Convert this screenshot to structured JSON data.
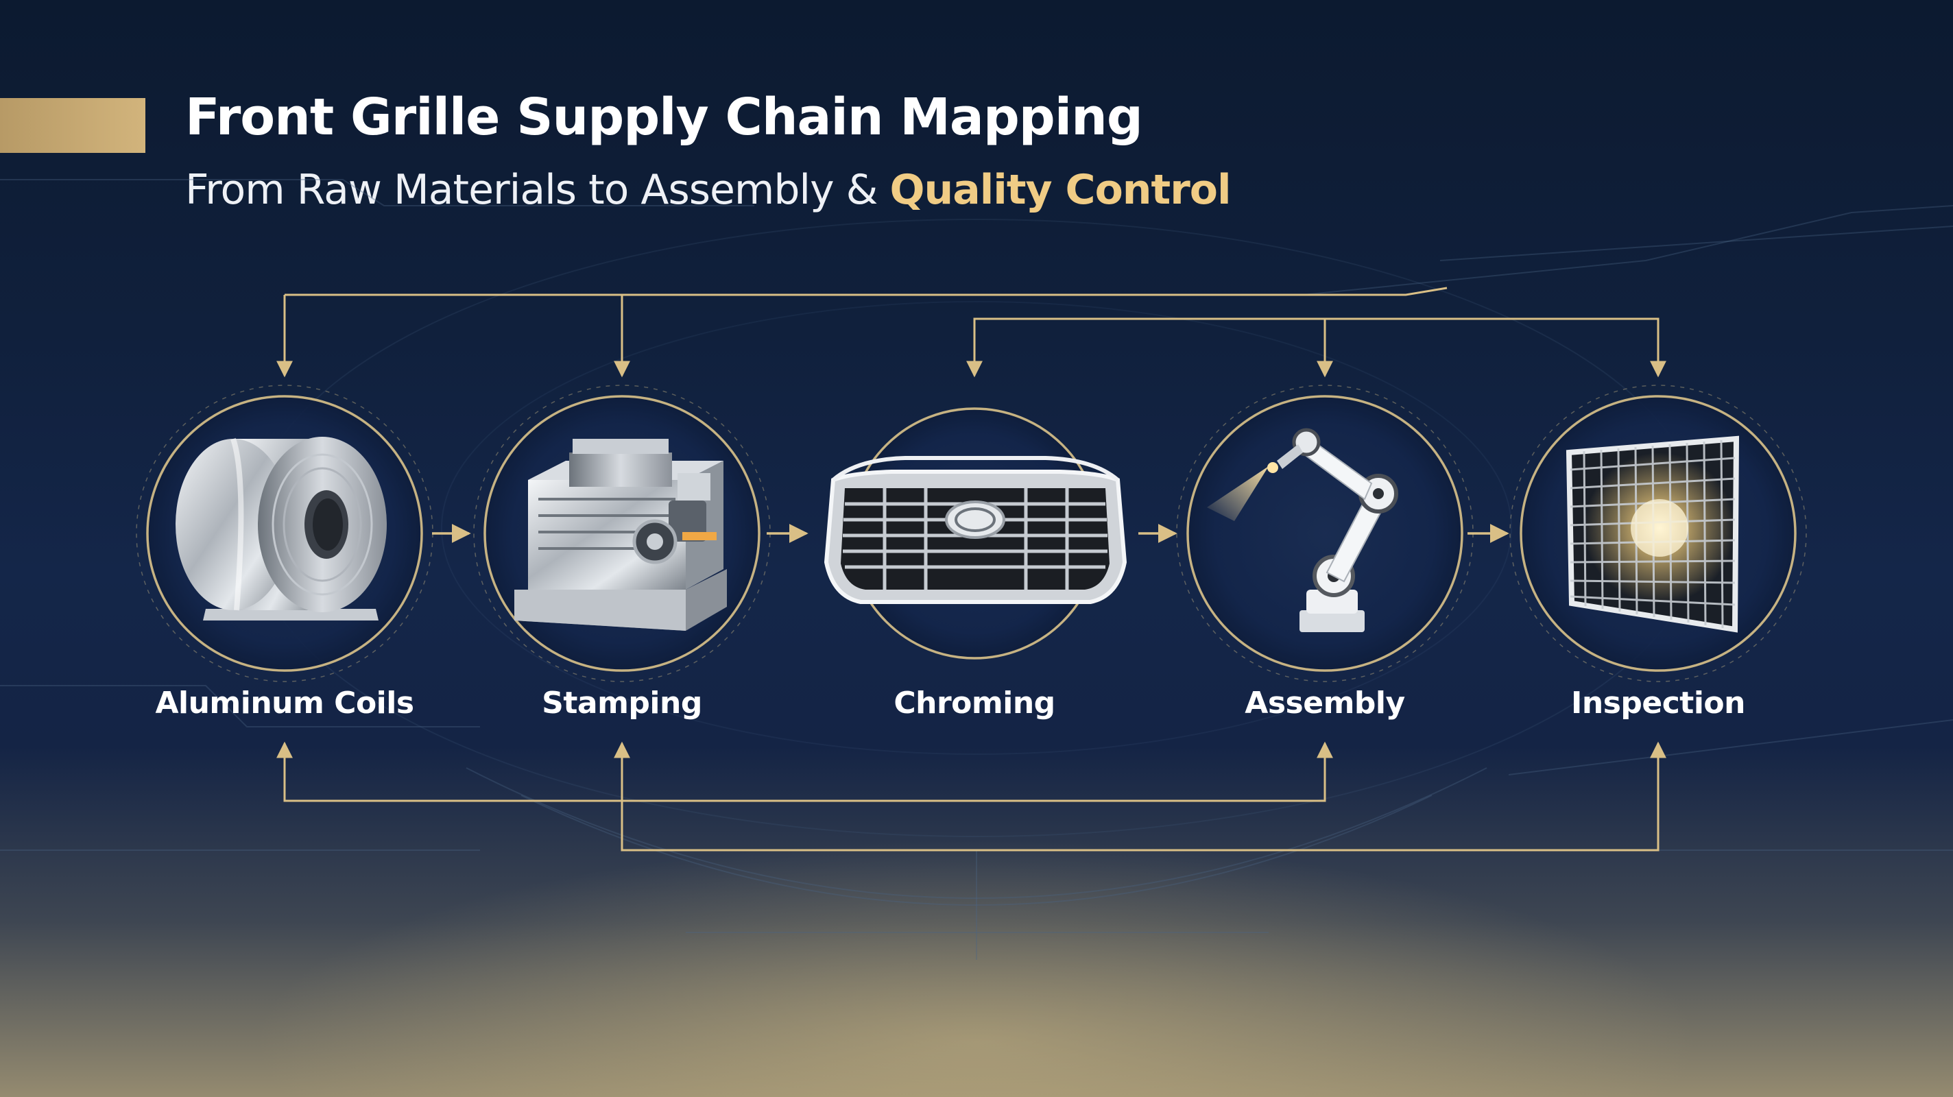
{
  "header": {
    "title": "Front Grille Supply Chain Mapping",
    "subtitle_main": "From Raw Materials to Assembly & ",
    "subtitle_highlight": "Quality Control"
  },
  "colors": {
    "gold": "#d9bf86",
    "highlight": "#f0cc85",
    "ring": "#e6cd8e",
    "background_top": "#0c1a30",
    "background_bottom": "#958b70"
  },
  "nodes": [
    {
      "id": "aluminum-coils",
      "label": "Aluminum Coils",
      "icon": "aluminum-coil-icon"
    },
    {
      "id": "stamping",
      "label": "Stamping",
      "icon": "stamping-press-icon"
    },
    {
      "id": "chroming",
      "label": "Chroming",
      "icon": "chrome-grille-icon"
    },
    {
      "id": "assembly",
      "label": "Assembly",
      "icon": "robot-arm-icon"
    },
    {
      "id": "inspection",
      "label": "Inspection",
      "icon": "inspection-grid-icon"
    }
  ],
  "flows": [
    {
      "from": "aluminum-coils",
      "to": "stamping"
    },
    {
      "from": "stamping",
      "to": "chroming"
    },
    {
      "from": "chroming",
      "to": "assembly"
    },
    {
      "from": "assembly",
      "to": "inspection"
    }
  ],
  "feedback_links": [
    {
      "group": "top-outer",
      "targets": [
        "aluminum-coils",
        "stamping"
      ]
    },
    {
      "group": "top-inner",
      "targets": [
        "chroming",
        "assembly",
        "inspection"
      ]
    },
    {
      "group": "bottom-inner",
      "targets": [
        "aluminum-coils",
        "assembly"
      ]
    },
    {
      "group": "bottom-outer",
      "targets": [
        "stamping",
        "inspection"
      ]
    }
  ]
}
